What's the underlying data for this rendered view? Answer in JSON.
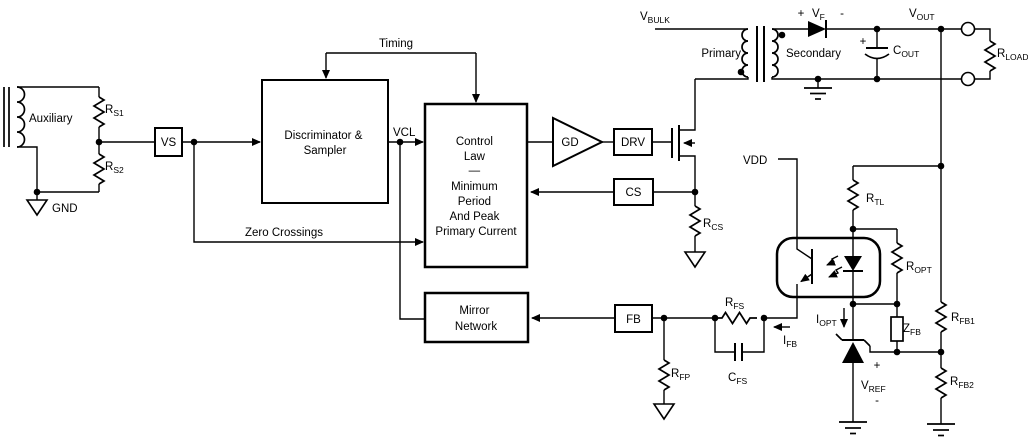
{
  "colors": {
    "line": "#000000",
    "background": "#ffffff"
  },
  "blocks": {
    "vs": "VS",
    "discriminator": {
      "lines": [
        "Discriminator &",
        "Sampler"
      ]
    },
    "control_law": {
      "lines": [
        "Control",
        "Law",
        "—",
        "Minimum",
        "Period",
        "And Peak",
        "Primary Current"
      ]
    },
    "gd": "GD",
    "drv": "DRV",
    "cs": "CS",
    "fb": "FB",
    "mirror": {
      "lines": [
        "Mirror",
        "Network"
      ]
    }
  },
  "signals": {
    "timing": "Timing",
    "vcl": "VCL",
    "zero_crossings": "Zero Crossings",
    "vdd": "VDD",
    "gnd": "GND"
  },
  "transformer": {
    "auxiliary": "Auxiliary",
    "primary": "Primary",
    "secondary": "Secondary"
  },
  "labels": {
    "vbulk": {
      "main": "V",
      "sub": "BULK"
    },
    "vout": {
      "main": "V",
      "sub": "OUT"
    },
    "vf": {
      "plus": "+",
      "main": "V",
      "sub": "F",
      "minus": "-"
    },
    "vref": {
      "plus": "+",
      "main": "V",
      "sub": "REF",
      "minus": "-"
    },
    "cout": {
      "plus": "+",
      "main": "C",
      "sub": "OUT"
    },
    "rload": {
      "main": "R",
      "sub": "LOAD"
    },
    "rs1": {
      "main": "R",
      "sub": "S1"
    },
    "rs2": {
      "main": "R",
      "sub": "S2"
    },
    "rcs": {
      "main": "R",
      "sub": "CS"
    },
    "rtl": {
      "main": "R",
      "sub": "TL"
    },
    "ropt": {
      "main": "R",
      "sub": "OPT"
    },
    "rfb1": {
      "main": "R",
      "sub": "FB1"
    },
    "rfb2": {
      "main": "R",
      "sub": "FB2"
    },
    "rfs": {
      "main": "R",
      "sub": "FS"
    },
    "cfs": {
      "main": "C",
      "sub": "FS"
    },
    "rfp": {
      "main": "R",
      "sub": "FP"
    },
    "zfb": {
      "main": "Z",
      "sub": "FB"
    },
    "ifb": {
      "main": "I",
      "sub": "FB"
    },
    "iopt": {
      "main": "I",
      "sub": "OPT"
    }
  }
}
